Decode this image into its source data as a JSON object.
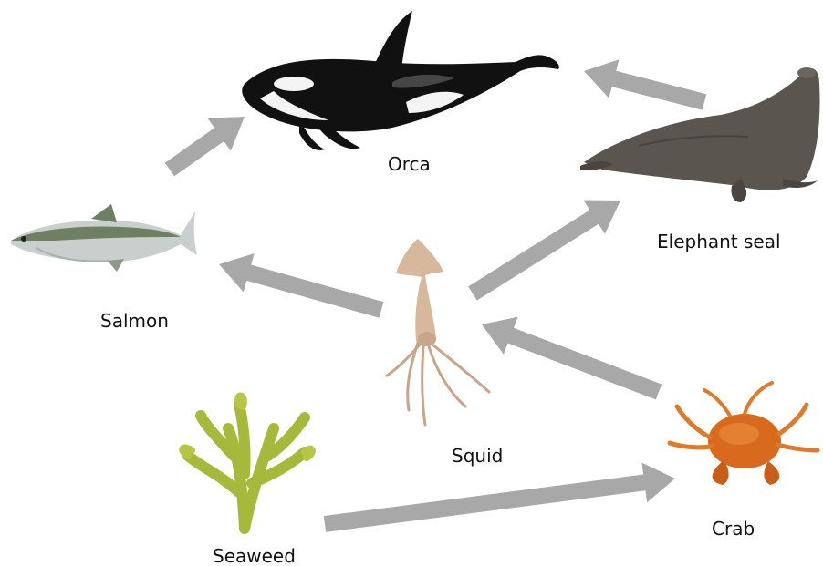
{
  "organisms": [
    {
      "id": "orca",
      "label": "Orca"
    },
    {
      "id": "elephant_seal",
      "label": "Elephant seal"
    },
    {
      "id": "salmon",
      "label": "Salmon"
    },
    {
      "id": "squid",
      "label": "Squid"
    },
    {
      "id": "seaweed",
      "label": "Seaweed"
    },
    {
      "id": "crab",
      "label": "Crab"
    }
  ],
  "links": [
    {
      "from": "salmon",
      "to": "orca"
    },
    {
      "from": "elephant_seal",
      "to": "orca"
    },
    {
      "from": "squid",
      "to": "salmon"
    },
    {
      "from": "squid",
      "to": "elephant_seal"
    },
    {
      "from": "crab",
      "to": "squid"
    },
    {
      "from": "seaweed",
      "to": "crab"
    }
  ],
  "colors": {
    "arrow": "#a8a8a8",
    "background": "#ffffff"
  }
}
